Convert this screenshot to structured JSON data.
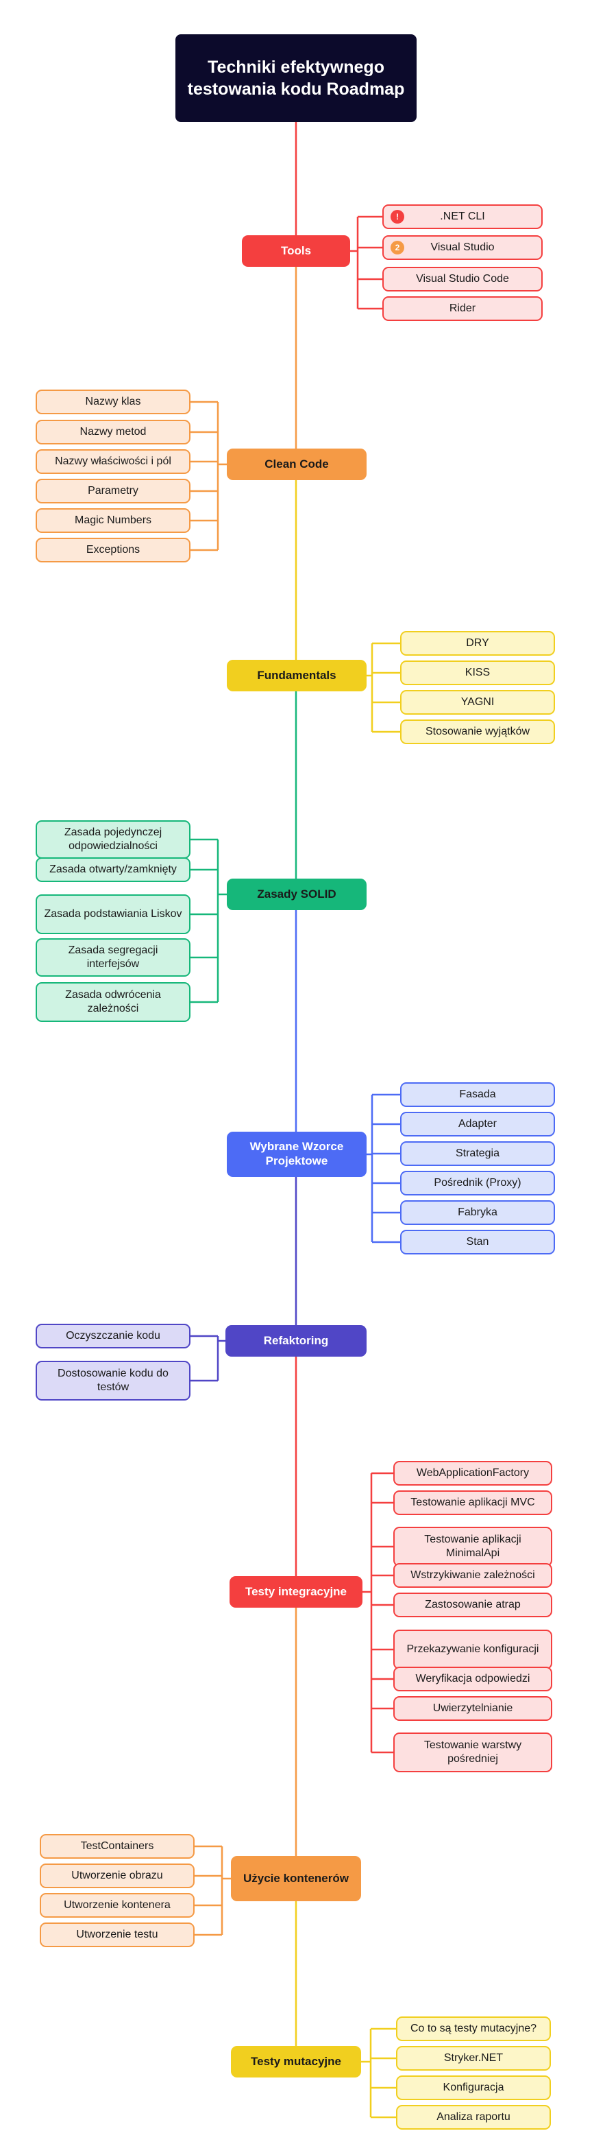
{
  "title": "Techniki efektywnego testowania kodu Roadmap",
  "sections": [
    {
      "label": "Tools",
      "color": "#f43f3f",
      "text_color": "#ffffff",
      "sub_bg": "#fde2e2",
      "sub_border": "#f43f3f",
      "items": [
        {
          "label": ".NET CLI",
          "badge": "!",
          "badge_color": "#f43f3f"
        },
        {
          "label": "Visual Studio",
          "badge": "2",
          "badge_color": "#f59a45"
        },
        {
          "label": "Visual Studio Code"
        },
        {
          "label": "Rider"
        }
      ]
    },
    {
      "label": "Clean Code",
      "color": "#f59a45",
      "text_color": "#1a1a1a",
      "sub_bg": "#fde8d8",
      "sub_border": "#f59a45",
      "items": [
        {
          "label": "Nazwy klas"
        },
        {
          "label": "Nazwy metod"
        },
        {
          "label": "Nazwy właściwości i pól"
        },
        {
          "label": "Parametry"
        },
        {
          "label": "Magic Numbers"
        },
        {
          "label": "Exceptions"
        }
      ]
    },
    {
      "label": "Fundamentals",
      "color": "#f1cf1f",
      "text_color": "#1a1a1a",
      "sub_bg": "#fdf6c8",
      "sub_border": "#f1cf1f",
      "items": [
        {
          "label": "DRY"
        },
        {
          "label": "KISS"
        },
        {
          "label": "YAGNI"
        },
        {
          "label": "Stosowanie wyjątków"
        }
      ]
    },
    {
      "label": "Zasady SOLID",
      "color": "#16b77a",
      "text_color": "#1a1a1a",
      "sub_bg": "#cff3e3",
      "sub_border": "#16b77a",
      "items": [
        {
          "label": "Zasada pojedynczej odpowiedzialności"
        },
        {
          "label": "Zasada otwarty/zamknięty"
        },
        {
          "label": "Zasada podstawiania Liskov"
        },
        {
          "label": "Zasada segregacji interfejsów"
        },
        {
          "label": "Zasada odwrócenia zależności"
        }
      ]
    },
    {
      "label": "Wybrane Wzorce Projektowe",
      "color": "#4d6bf5",
      "text_color": "#ffffff",
      "sub_bg": "#dbe3fc",
      "sub_border": "#4d6bf5",
      "items": [
        {
          "label": "Fasada"
        },
        {
          "label": "Adapter"
        },
        {
          "label": "Strategia"
        },
        {
          "label": "Pośrednik (Proxy)"
        },
        {
          "label": "Fabryka"
        },
        {
          "label": "Stan"
        }
      ]
    },
    {
      "label": "Refaktoring",
      "color": "#5046c6",
      "text_color": "#ffffff",
      "sub_bg": "#dcdaf7",
      "sub_border": "#5046c6",
      "items": [
        {
          "label": "Oczyszczanie kodu"
        },
        {
          "label": "Dostosowanie kodu do testów"
        }
      ]
    },
    {
      "label": "Testy integracyjne",
      "color": "#f43f3f",
      "text_color": "#ffffff",
      "sub_bg": "#fde0e0",
      "sub_border": "#f43f3f",
      "items": [
        {
          "label": "WebApplicationFactory"
        },
        {
          "label": "Testowanie aplikacji MVC"
        },
        {
          "label": "Testowanie aplikacji MinimalApi"
        },
        {
          "label": "Wstrzykiwanie zależności"
        },
        {
          "label": "Zastosowanie atrap"
        },
        {
          "label": "Przekazywanie konfiguracji"
        },
        {
          "label": "Weryfikacja odpowiedzi"
        },
        {
          "label": "Uwierzytelnianie"
        },
        {
          "label": "Testowanie warstwy pośredniej"
        }
      ]
    },
    {
      "label": "Użycie kontenerów",
      "color": "#f59a45",
      "text_color": "#1a1a1a",
      "sub_bg": "#fde8d8",
      "sub_border": "#f59a45",
      "items": [
        {
          "label": "TestContainers"
        },
        {
          "label": "Utworzenie obrazu"
        },
        {
          "label": "Utworzenie kontenera"
        },
        {
          "label": "Utworzenie testu"
        }
      ]
    },
    {
      "label": "Testy mutacyjne",
      "color": "#f1cf1f",
      "text_color": "#1a1a1a",
      "sub_bg": "#fdf6c8",
      "sub_border": "#f1cf1f",
      "items": [
        {
          "label": "Co to są testy mutacyjne?"
        },
        {
          "label": "Stryker.NET"
        },
        {
          "label": "Konfiguracja"
        },
        {
          "label": "Analiza raportu"
        }
      ]
    }
  ]
}
